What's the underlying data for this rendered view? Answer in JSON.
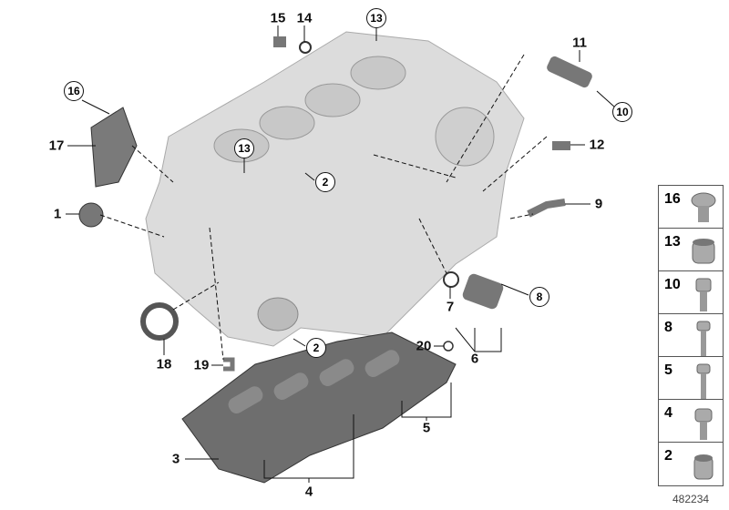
{
  "callouts": [
    {
      "label": "15",
      "circled": false
    },
    {
      "label": "14",
      "circled": false
    },
    {
      "label": "13",
      "circled": true
    },
    {
      "label": "11",
      "circled": false
    },
    {
      "label": "10",
      "circled": true
    },
    {
      "label": "16",
      "circled": true
    },
    {
      "label": "17",
      "circled": false
    },
    {
      "label": "13",
      "circled": true
    },
    {
      "label": "2",
      "circled": true
    },
    {
      "label": "12",
      "circled": false
    },
    {
      "label": "9",
      "circled": false
    },
    {
      "label": "1",
      "circled": false
    },
    {
      "label": "8",
      "circled": true
    },
    {
      "label": "7",
      "circled": false
    },
    {
      "label": "6",
      "circled": false
    },
    {
      "label": "18",
      "circled": false
    },
    {
      "label": "19",
      "circled": false
    },
    {
      "label": "2",
      "circled": true
    },
    {
      "label": "20",
      "circled": false
    },
    {
      "label": "5",
      "circled": false
    },
    {
      "label": "3",
      "circled": false
    },
    {
      "label": "4",
      "circled": false
    }
  ],
  "legend_panel": [
    {
      "label": "16",
      "part": "screw-torx"
    },
    {
      "label": "13",
      "part": "sleeve"
    },
    {
      "label": "10",
      "part": "bolt-socket"
    },
    {
      "label": "8",
      "part": "bolt-long"
    },
    {
      "label": "5",
      "part": "bolt-long"
    },
    {
      "label": "4",
      "part": "bolt-short"
    },
    {
      "label": "2",
      "part": "dowel-sleeve"
    }
  ],
  "reference_number": "482234",
  "colors": {
    "part_light": "#dcdcdc",
    "part_dark": "#6e6e6e",
    "line": "#111111"
  }
}
